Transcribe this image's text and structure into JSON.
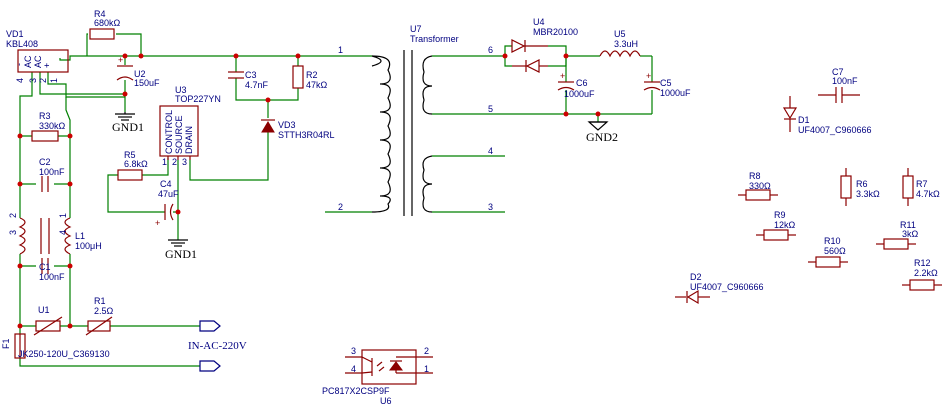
{
  "components": {
    "vd1": {
      "ref": "VD1",
      "value": "KBL408",
      "pin_ac_a": "AC",
      "pin_ac_b": "AC",
      "pin_neg": "-",
      "pin_pos": "+",
      "pin_4": "4",
      "pin_3": "3",
      "pin_2": "2",
      "pin_1": "1"
    },
    "r4": {
      "ref": "R4",
      "value": "680kΩ"
    },
    "u2": {
      "ref": "U2",
      "value": "150uF"
    },
    "c3": {
      "ref": "C3",
      "value": "4.7nF"
    },
    "r2": {
      "ref": "R2",
      "value": "47kΩ"
    },
    "u3": {
      "ref": "U3",
      "value": "TOP227YN",
      "pin_control": "CONTROL",
      "pin_source": "SOURCE",
      "pin_drain": "DRAIN",
      "pin_1": "1",
      "pin_2": "2",
      "pin_3": "3"
    },
    "vd3": {
      "ref": "VD3",
      "value": "STTH3R04RL"
    },
    "r3": {
      "ref": "R3",
      "value": "330kΩ"
    },
    "c2": {
      "ref": "C2",
      "value": "100nF"
    },
    "r5": {
      "ref": "R5",
      "value": "6.8kΩ"
    },
    "c4": {
      "ref": "C4",
      "value": "47uF"
    },
    "l1": {
      "ref": "L1",
      "value": "100μH",
      "pin_1": "1",
      "pin_2": "2",
      "pin_3": "3",
      "pin_4": "4"
    },
    "c1": {
      "ref": "C1",
      "value": "100nF"
    },
    "u1": {
      "ref": "U1"
    },
    "r1": {
      "ref": "R1",
      "value": "2.5Ω"
    },
    "f1": {
      "ref": "F1",
      "value": "JK250-120U_C369130"
    },
    "u7": {
      "ref": "U7",
      "value": "Transformer",
      "pin_1": "1",
      "pin_2": "2",
      "pin_3": "3",
      "pin_4": "4",
      "pin_5": "5",
      "pin_6": "6"
    },
    "u4": {
      "ref": "U4",
      "value": "MBR20100"
    },
    "u5": {
      "ref": "U5",
      "value": "3.3uH"
    },
    "c6": {
      "ref": "C6",
      "value": "1000uF"
    },
    "c5": {
      "ref": "C5",
      "value": "1000uF"
    },
    "c7": {
      "ref": "C7",
      "value": "100nF"
    },
    "d1": {
      "ref": "D1",
      "value": "UF4007_C960666"
    },
    "r8": {
      "ref": "R8",
      "value": "330Ω"
    },
    "r6": {
      "ref": "R6",
      "value": "3.3kΩ"
    },
    "r7": {
      "ref": "R7",
      "value": "4.7kΩ"
    },
    "r9": {
      "ref": "R9",
      "value": "12kΩ"
    },
    "r10": {
      "ref": "R10",
      "value": "560Ω"
    },
    "r11": {
      "ref": "R11",
      "value": "3kΩ"
    },
    "r12": {
      "ref": "R12",
      "value": "2.2kΩ"
    },
    "d2": {
      "ref": "D2",
      "value": "UF4007_C960666"
    },
    "u6": {
      "ref": "U6",
      "value": "PC817X2CSP9F",
      "pin_1": "1",
      "pin_2": "2",
      "pin_3": "3",
      "pin_4": "4"
    }
  },
  "nets": {
    "gnd1_a": "GND1",
    "gnd1_b": "GND1",
    "gnd2": "GND2",
    "in_ac": "IN-AC-220V"
  },
  "colors": {
    "wire": "#008000",
    "component": "#8b0000",
    "text": "#000080",
    "junction": "#cc0000"
  }
}
